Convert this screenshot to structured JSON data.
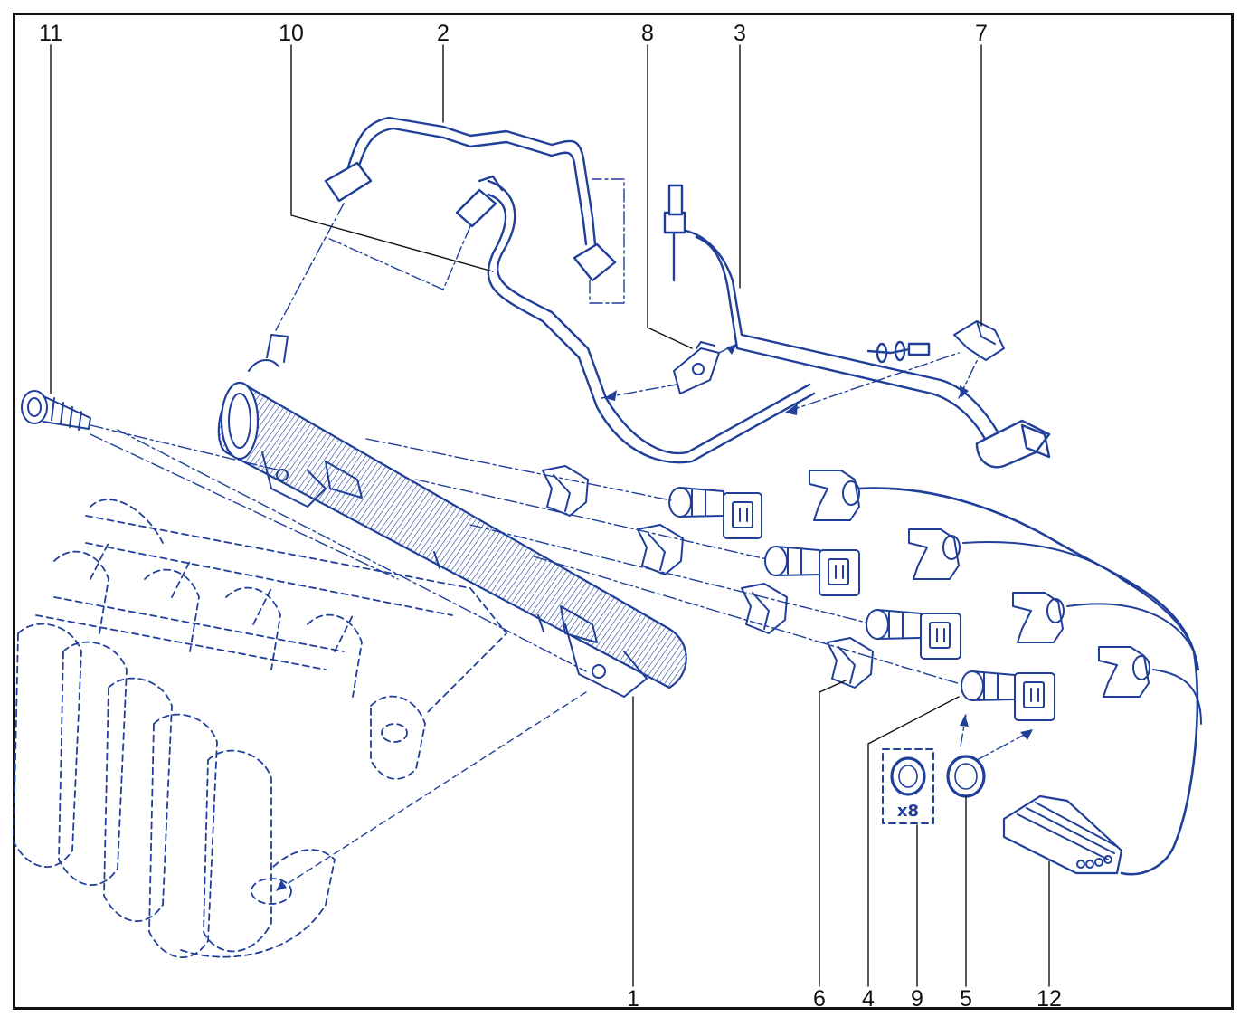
{
  "colors": {
    "ink": "#1f3f9a",
    "label": "#111111",
    "frame": "#111111",
    "background": "#ffffff"
  },
  "callouts": {
    "c1": "1",
    "c2": "2",
    "c3": "3",
    "c4": "4",
    "c5": "5",
    "c6": "6",
    "c7": "7",
    "c8": "8",
    "c9": "9",
    "c10": "10",
    "c11": "11",
    "c12": "12"
  },
  "quantity_label": "x8"
}
